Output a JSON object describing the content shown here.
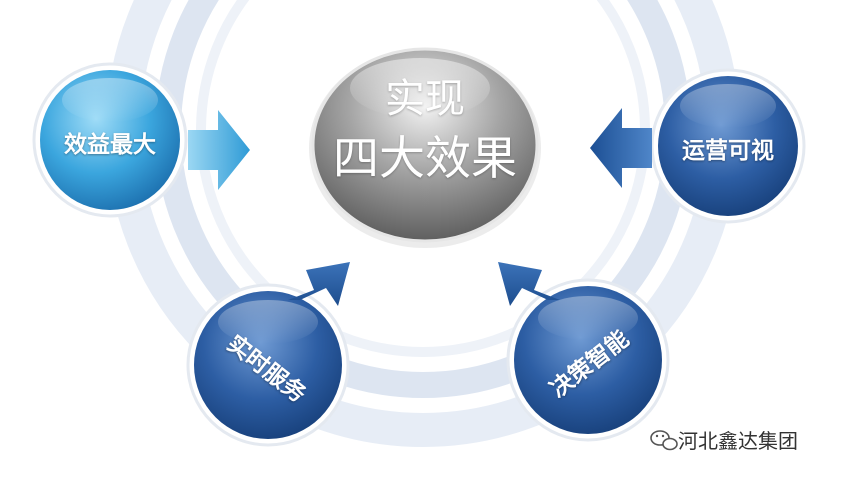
{
  "center": {
    "line1": "实现",
    "line2": "四大效果"
  },
  "nodes": [
    {
      "label": "效益最大"
    },
    {
      "label": "运营可视"
    },
    {
      "label": "实时服务"
    },
    {
      "label": "决策智能"
    }
  ],
  "watermark": {
    "icon": "wechat-icon",
    "text": "河北鑫达集团"
  },
  "colors": {
    "light_blue": "#4fb1e3",
    "dark_blue": "#2b5fa3",
    "gray": "#8a8a8a",
    "ring": "#dde6f2"
  }
}
